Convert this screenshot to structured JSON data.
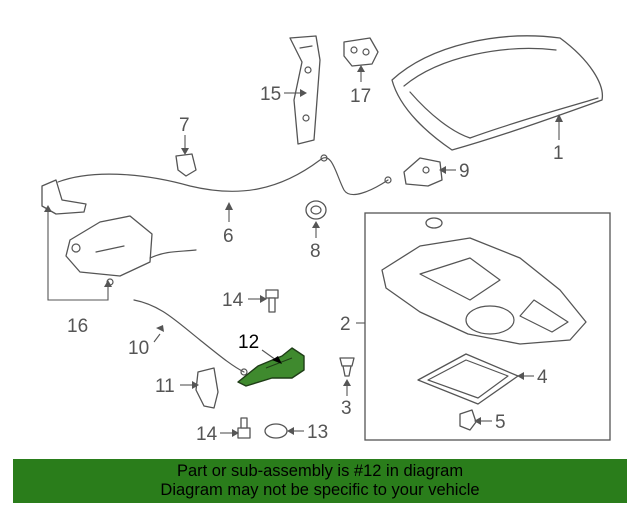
{
  "callouts": {
    "c1": "1",
    "c2": "2",
    "c3": "3",
    "c4": "4",
    "c5": "5",
    "c6": "6",
    "c7": "7",
    "c8": "8",
    "c9": "9",
    "c10": "10",
    "c11": "11",
    "c12": "12",
    "c13": "13",
    "c14a": "14",
    "c14b": "14",
    "c15": "15",
    "c16": "16",
    "c17": "17"
  },
  "highlight_color": "#3f8a2e",
  "banner": {
    "line1": "Part or sub-assembly is #12 in diagram",
    "line2": "Diagram may not be specific to your vehicle",
    "color": "#2a7d1b"
  }
}
